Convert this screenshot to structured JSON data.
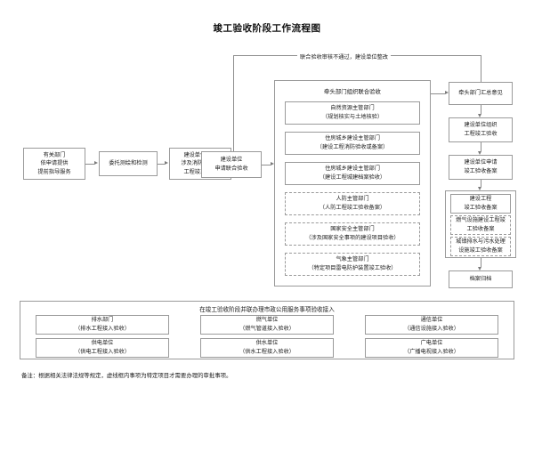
{
  "title": "竣工验收阶段工作流程图",
  "loop_label": "联合验收审核不通过，建设单位整改",
  "left_flow": [
    {
      "lines": [
        "有关部门",
        "依申请提供",
        "提前指导服务"
      ]
    },
    {
      "lines": [
        "委托测绘和检测"
      ]
    },
    {
      "lines": [
        "建设单位组织",
        "涉及消防部分的",
        "工程竣工验收"
      ]
    },
    {
      "lines": [
        "建设单位",
        "申请联合验收"
      ]
    }
  ],
  "joint_group": {
    "title": "牵头部门组织联合验收",
    "items": [
      {
        "lines": [
          "自然资源主管部门",
          "（规划核实与土地核验）"
        ],
        "dashed": false
      },
      {
        "lines": [
          "住房城乡建设主管部门",
          "（建设工程消防验收或备案）"
        ],
        "dashed": false
      },
      {
        "lines": [
          "住房城乡建设主管部门",
          "（建设工程城建档案验收）"
        ],
        "dashed": false
      },
      {
        "lines": [
          "人防主管部门",
          "（人防工程竣工验收备案）"
        ],
        "dashed": true
      },
      {
        "lines": [
          "国家安全主管部门",
          "（涉及国家安全事项的建设项目验收）"
        ],
        "dashed": true
      },
      {
        "lines": [
          "气象主管部门",
          "（特定项目雷电防护装置竣工验收）"
        ],
        "dashed": true
      }
    ]
  },
  "right_flow": {
    "summary": {
      "lines": [
        "牵头部门汇总意见"
      ]
    },
    "owner_acceptance": {
      "lines": [
        "建设单位组织",
        "工程竣工验收"
      ]
    },
    "apply_record": {
      "lines": [
        "建设单位申请",
        "竣工验收备案"
      ]
    },
    "record_group": {
      "items": [
        {
          "lines": [
            "建设工程",
            "竣工验收备案"
          ],
          "dashed": false
        },
        {
          "lines": [
            "燃气设施建设工程竣",
            "工验收备案"
          ],
          "dashed": true
        },
        {
          "lines": [
            "城镇排水与污水处理",
            "设施竣工验收备案"
          ],
          "dashed": true
        }
      ]
    },
    "archive": {
      "lines": [
        "档案归档"
      ]
    }
  },
  "utilities_panel": {
    "title": "在竣工验收阶段并联办理市政公用服务事项验收接入",
    "items": [
      {
        "lines": [
          "排水部门",
          "（排水工程接入验收）"
        ]
      },
      {
        "lines": [
          "燃气单位",
          "（燃气管道接入验收）"
        ]
      },
      {
        "lines": [
          "通信单位",
          "（通信设施接入验收）"
        ]
      },
      {
        "lines": [
          "供电单位",
          "（供电工程接入验收）"
        ]
      },
      {
        "lines": [
          "供水单位",
          "（供水工程接入验收）"
        ]
      },
      {
        "lines": [
          "广电单位",
          "（广播电视接入验收）"
        ]
      }
    ]
  },
  "footnote": "备注：根据相关法律法规等规定，虚线框内事项为特定项目才需要办理的审批事项。"
}
